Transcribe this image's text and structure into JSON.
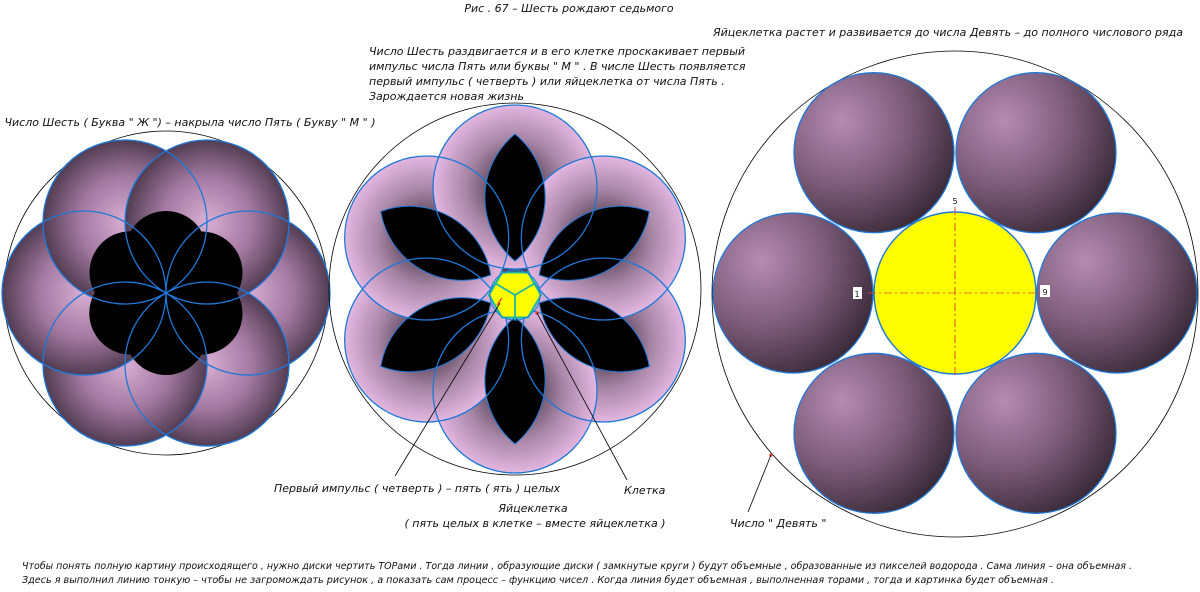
{
  "figure": {
    "title": "Рис . 67 – Шесть рождают седьмого"
  },
  "left": {
    "caption": "Число Шесть ( Буква \" Ж \") – накрыла число Пять ( Букву \" М \" )"
  },
  "middle": {
    "caption_lines": [
      "Число Шесть раздвигается и в его клетке проскакивает первый",
      "импульс числа Пять или буквы \" М \" . В числе Шесть появляется",
      " первый импульс ( четверть ) или яйцеклетка от числа Пять .",
      "Зарождается новая жизнь"
    ],
    "callout_impulse": "Первый импульс ( четверть ) – пять ( ять ) целых",
    "callout_cell": "Клетка",
    "egg_label": "Яйцеклетка",
    "egg_sub": "( пять целых в клетке – вместе яйцеклетка )"
  },
  "right": {
    "caption": "Яйцеклетка растет и развивается до числа Девять – до полного числового ряда",
    "marker_top": "5",
    "marker_left": "1",
    "marker_right": "9",
    "callout_nine": "Число \" Девять \""
  },
  "footer": {
    "line1": "Чтобы понять полную картину происходящего , нужно диски чертить ТОРами . Тогда линии , образующие диски ( замкнутые круги ) будут объемные , образованные из пикселей водорода . Сама линия – она объемная .",
    "line2": "Здесь я выполнил линию тонкую – чтобы не загромождать рисунок , а показать сам процесс – функцию чисел . Когда линия будет объемная , выполненная торами , тогда и картинка будет объемная ."
  },
  "colors": {
    "disk_light": "#c79bc2",
    "disk_dark": "#2a1d28",
    "petal_pink": "#eab8e6",
    "outline_blue": "#1e78d8",
    "center_yellow": "#ffff00",
    "center_teal": "#1bb7a6",
    "axis_red": "#e04a3a",
    "black": "#000000"
  }
}
